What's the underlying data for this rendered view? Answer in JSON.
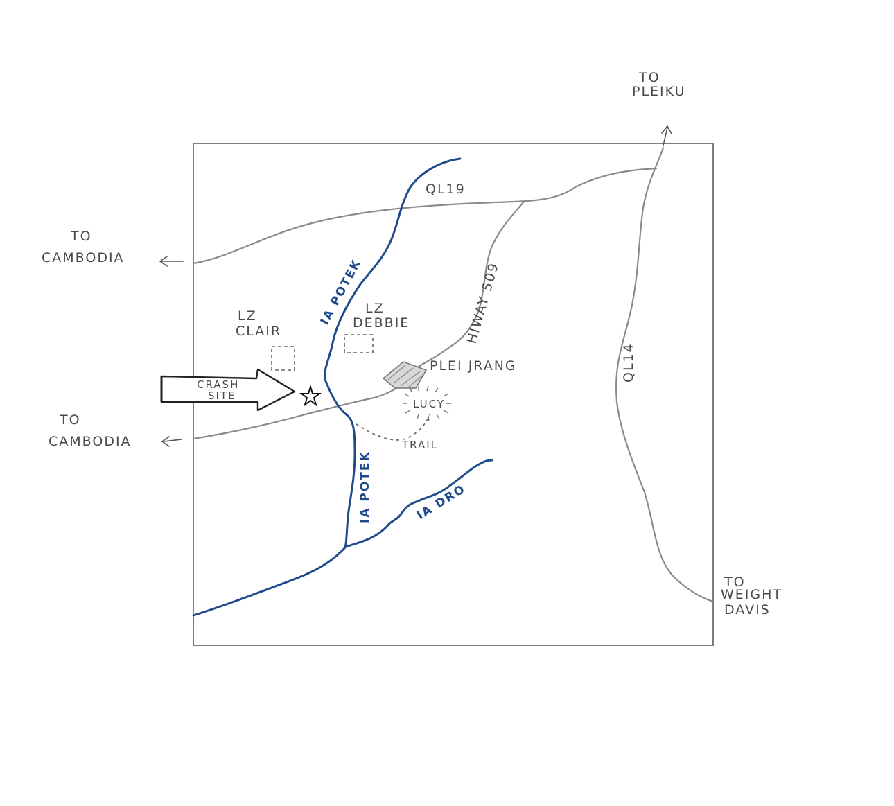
{
  "map": {
    "labels": {
      "to_pleiku": [
        "TO",
        "PLEIKU"
      ],
      "to_cambodia_north": [
        "TO",
        "CAMBODIA"
      ],
      "to_cambodia_south": [
        "TO",
        "CAMBODIA"
      ],
      "to_weight_davis": [
        "TO",
        "WEIGHT",
        "DAVIS"
      ],
      "ql19": "QL19",
      "ql14": "QL14",
      "hiway_509": "HIWAY 509",
      "ia_potek_north": "IA POTEK",
      "ia_potek_south": "IA POTEK",
      "ia_dro": "IA DRO",
      "lz_clair": [
        "LZ",
        "CLAIR"
      ],
      "lz_debbie": [
        "LZ",
        "DEBBIE"
      ],
      "plei_jrang": "PLEI JRANG",
      "lucy": "LUCY",
      "trail": "TRAIL",
      "crash_site": [
        "CRASH",
        "SITE"
      ]
    },
    "colors": {
      "road": "#8a8a8a",
      "river": "#1f4a8c",
      "ink": "#4a4a4a"
    }
  }
}
